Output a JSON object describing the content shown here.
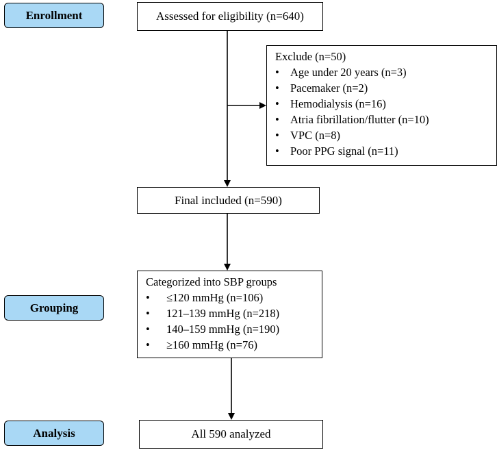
{
  "stages": {
    "enrollment": "Enrollment",
    "grouping": "Grouping",
    "analysis": "Analysis"
  },
  "assessed": "Assessed for eligibility (n=640)",
  "exclude": {
    "heading": "Exclude (n=50)",
    "items": [
      "Age under 20 years (n=3)",
      "Pacemaker (n=2)",
      "Hemodialysis (n=16)",
      "Atria fibrillation/flutter (n=10)",
      "VPC (n=8)",
      "Poor PPG signal (n=11)"
    ]
  },
  "final_included": "Final included (n=590)",
  "groups": {
    "heading": "Categorized into SBP groups",
    "items": [
      "≤120 mmHg (n=106)",
      "121–139 mmHg (n=218)",
      "140–159 mmHg (n=190)",
      "≥160 mmHg (n=76)"
    ]
  },
  "analyzed": "All 590 analyzed",
  "bullet": "•",
  "colors": {
    "stage_fill": "#a9d8f5",
    "line": "#000000"
  }
}
